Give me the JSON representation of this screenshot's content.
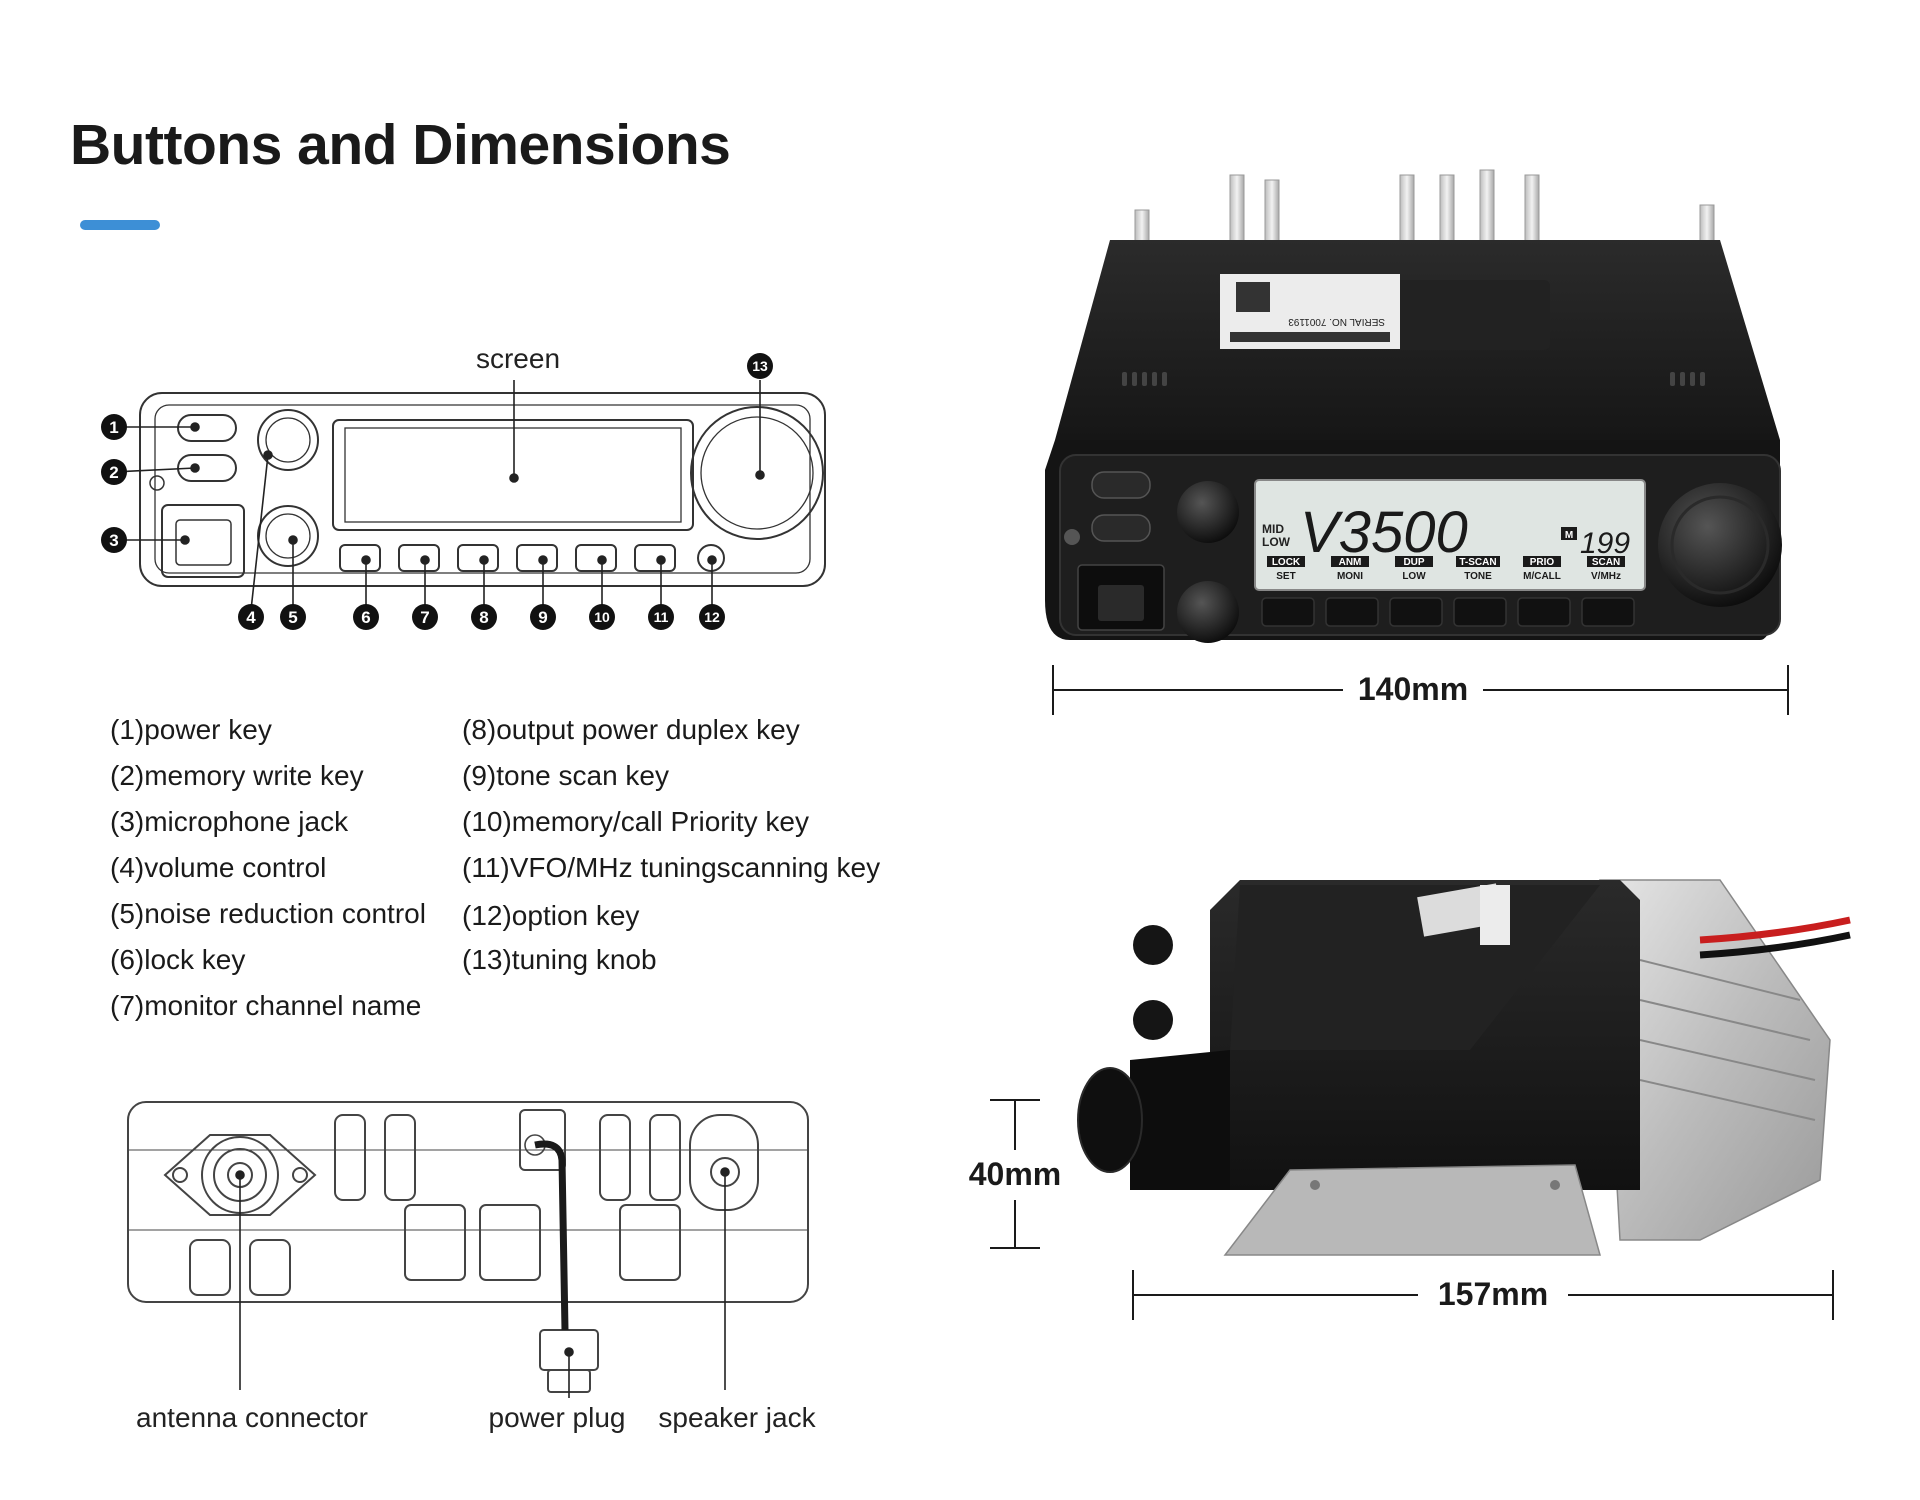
{
  "page": {
    "title": "Buttons and Dimensions",
    "accent_color": "#3d8fd6"
  },
  "front_panel_diagram": {
    "screen_label": "screen",
    "markers": [
      "1",
      "2",
      "3",
      "4",
      "5",
      "6",
      "7",
      "8",
      "9",
      "10",
      "11",
      "12",
      "13"
    ]
  },
  "legend": {
    "left_column": [
      "(1)power key",
      "(2)memory write key",
      "(3)microphone jack",
      "(4)volume control",
      "(5)noise reduction control",
      "(6)lock key",
      "(7)monitor channel name"
    ],
    "right_column": [
      "(8)output power duplex key",
      "(9)tone scan key",
      "(10)memory/call Priority key",
      "(11)VFO/MHz tuningscanning key",
      "(12)option key",
      "(13)tuning knob"
    ]
  },
  "rear_panel_diagram": {
    "labels": [
      "antenna connector",
      "power plug",
      "speaker jack"
    ]
  },
  "photos": {
    "front_photo": {
      "serial_sticker": "SERIAL NO. 7001193",
      "lcd_main": "V3500",
      "lcd_channel": "199",
      "lcd_mode_top": "MID",
      "lcd_mode_bottom": "LOW",
      "lcd_m_badge": "M",
      "key_labels_top": [
        "LOCK",
        "ANM",
        "DUP",
        "T-SCAN",
        "PRIO",
        "SCAN"
      ],
      "key_labels_bottom": [
        "SET",
        "MONI",
        "LOW",
        "TONE",
        "M/CALL",
        "V/MHz"
      ],
      "width_label": "140mm"
    },
    "side_photo": {
      "height_label": "40mm",
      "depth_label": "157mm"
    }
  }
}
